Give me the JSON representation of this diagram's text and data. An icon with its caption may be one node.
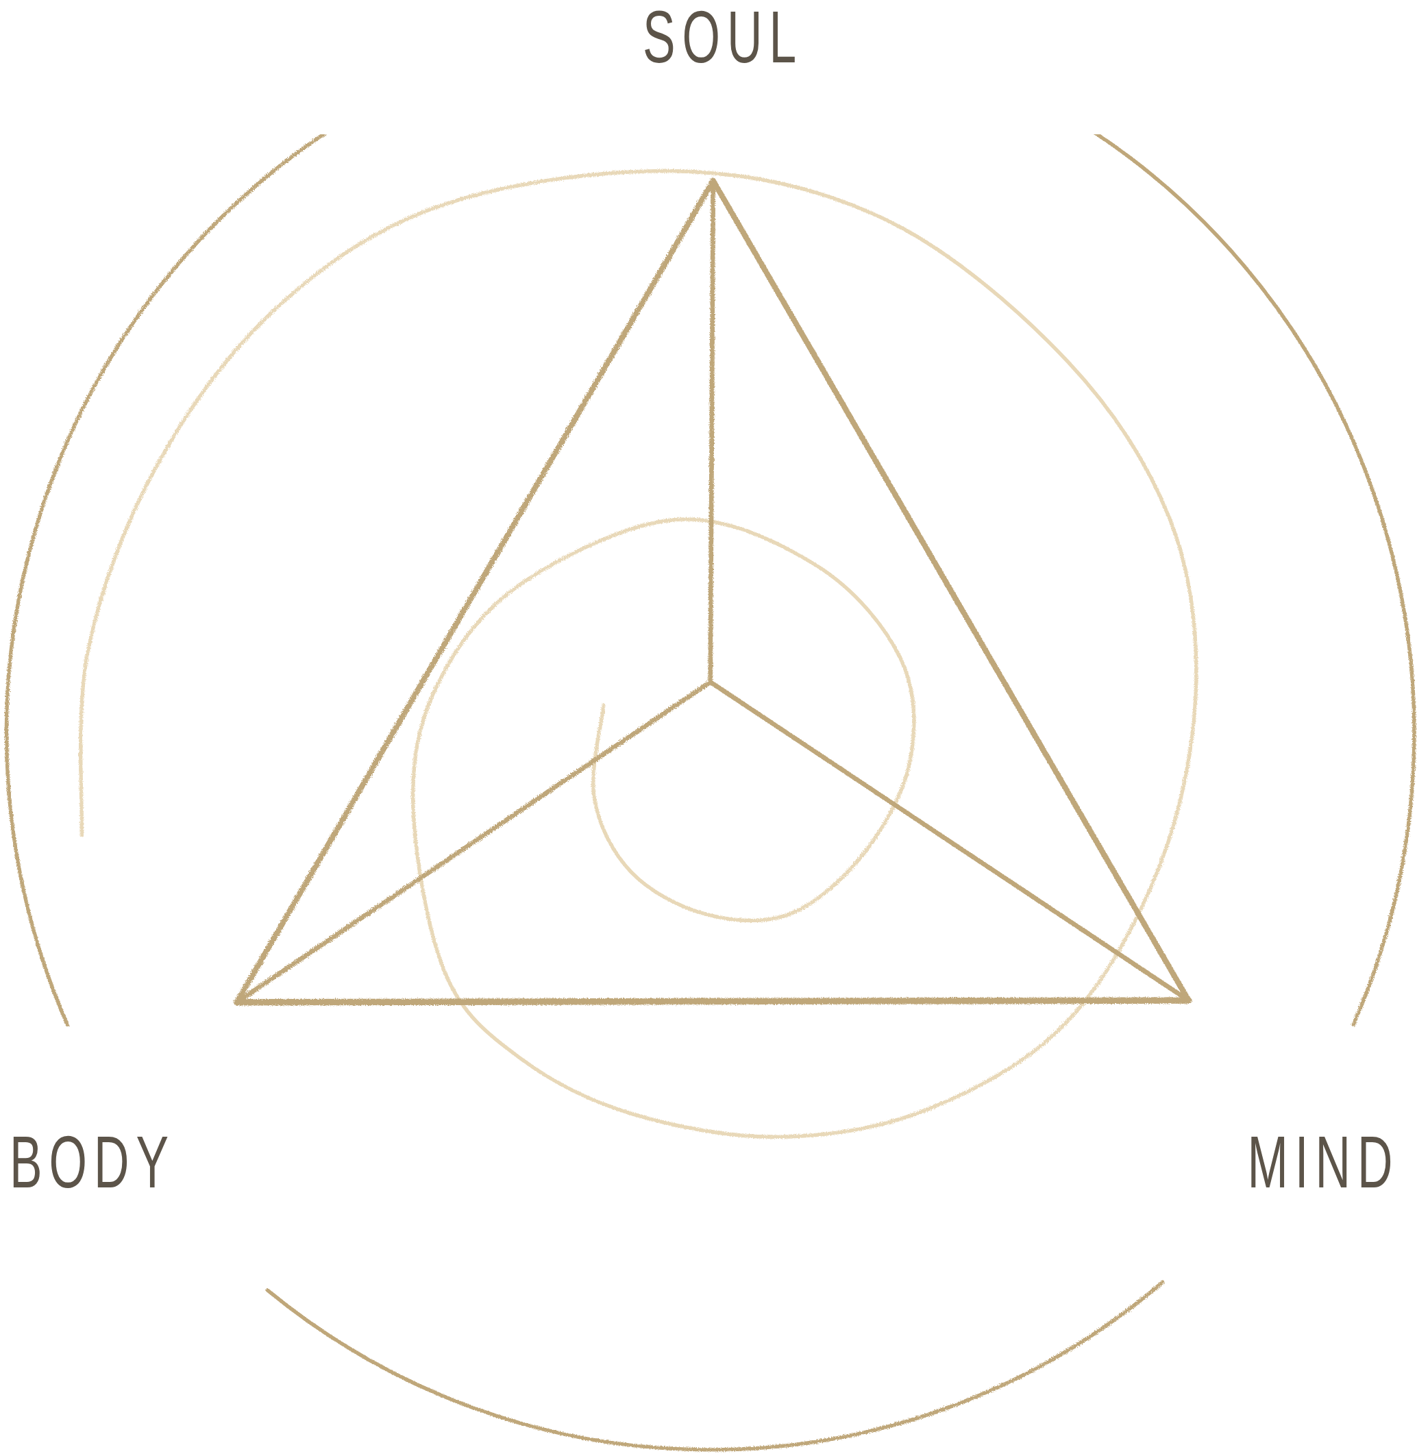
{
  "diagram": {
    "labels": [
      "SOUL",
      "BODY",
      "MIND"
    ]
  }
}
